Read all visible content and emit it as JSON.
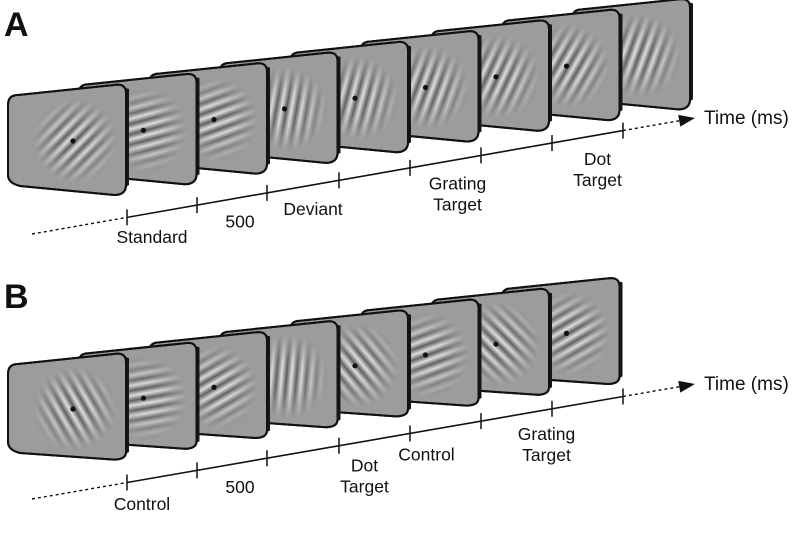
{
  "panels": [
    {
      "letter": "A",
      "axis_title": "Time (ms)",
      "labels": [
        {
          "lines": [
            "Standard"
          ]
        },
        {
          "lines": [
            "500"
          ]
        },
        {
          "lines": [
            "Deviant"
          ]
        },
        {
          "lines": [
            "Grating",
            "Target"
          ]
        },
        {
          "lines": [
            "Dot",
            "Target"
          ]
        }
      ],
      "frames": [
        {
          "angle": 45,
          "dot": true
        },
        {
          "angle": 75,
          "dot": true
        },
        {
          "angle": 70,
          "dot": true
        },
        {
          "angle": 10,
          "dot": true
        },
        {
          "angle": 15,
          "dot": true
        },
        {
          "angle": 20,
          "dot": true
        },
        {
          "angle": 25,
          "dot": true
        },
        {
          "angle": 30,
          "dot": true
        },
        {
          "angle": 20,
          "dot": false
        }
      ]
    },
    {
      "letter": "B",
      "axis_title": "Time (ms)",
      "labels": [
        {
          "lines": [
            "Control"
          ]
        },
        {
          "lines": [
            "500"
          ]
        },
        {
          "lines": [
            "Dot",
            "Target"
          ]
        },
        {
          "lines": [
            "Control"
          ]
        },
        {
          "lines": [
            "Grating",
            "Target"
          ]
        }
      ],
      "frames": [
        {
          "angle": -30,
          "dot": true
        },
        {
          "angle": 80,
          "dot": true
        },
        {
          "angle": 60,
          "dot": true
        },
        {
          "angle": 5,
          "dot": false
        },
        {
          "angle": -40,
          "dot": true
        },
        {
          "angle": 70,
          "dot": true
        },
        {
          "angle": -45,
          "dot": true
        },
        {
          "angle": 60,
          "dot": true
        }
      ]
    }
  ],
  "colors": {
    "screen_gray": "#9c9c9c",
    "grating_light": "#e4e4e4",
    "grating_dark": "#5a5a5a",
    "outline": "#111111",
    "dot": "#111111"
  }
}
